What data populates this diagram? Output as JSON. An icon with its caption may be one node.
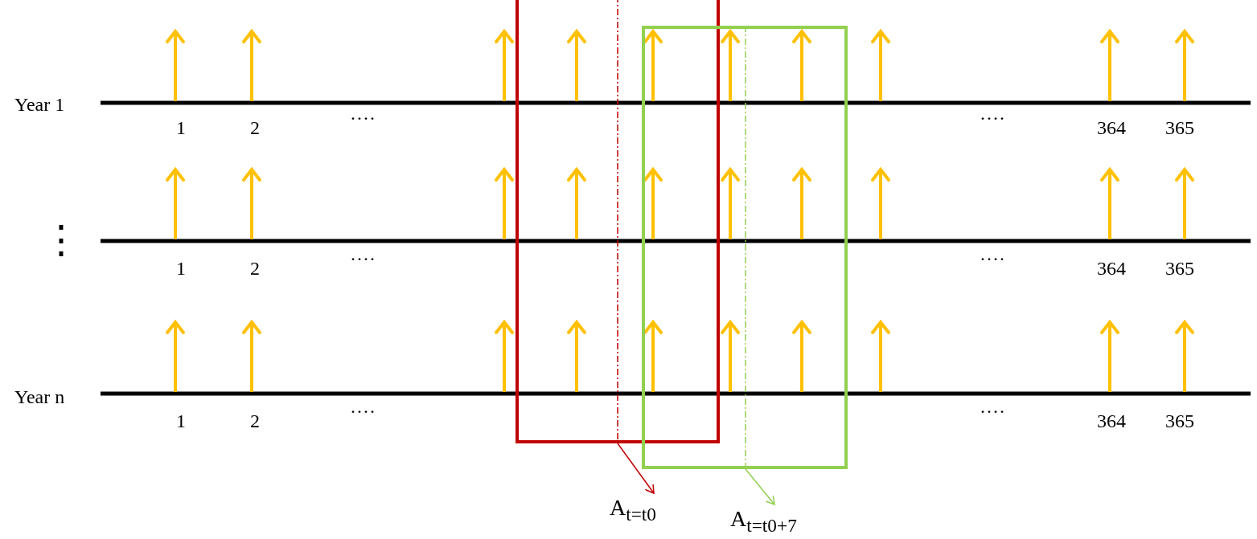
{
  "diagram": {
    "nodes": [
      {
        "text": [],
        "shape": "box"
      },
      {
        "text": [],
        "shape": "box"
      },
      {
        "text": [
          "A$_{t=t0}$"
        ]
      },
      {
        "text": [
          "A$_{t=t0+7}$"
        ]
      }
    ],
    "edges": [
      {
        "from": 0,
        "to": 2,
        "arrow": "to",
        "color": "#c00000"
      },
      {
        "from": 1,
        "to": 3,
        "arrow": "to",
        "color": "#92d050"
      }
    ],
    "labels": [
      "Year 1",
      "1",
      "2",
      "····",
      "····",
      "364",
      "365",
      "⋮",
      "1",
      "2",
      "····",
      "····",
      "364",
      "365",
      "Year n",
      "1",
      "2",
      "····",
      "····",
      "364",
      "365"
    ]
  }
}
